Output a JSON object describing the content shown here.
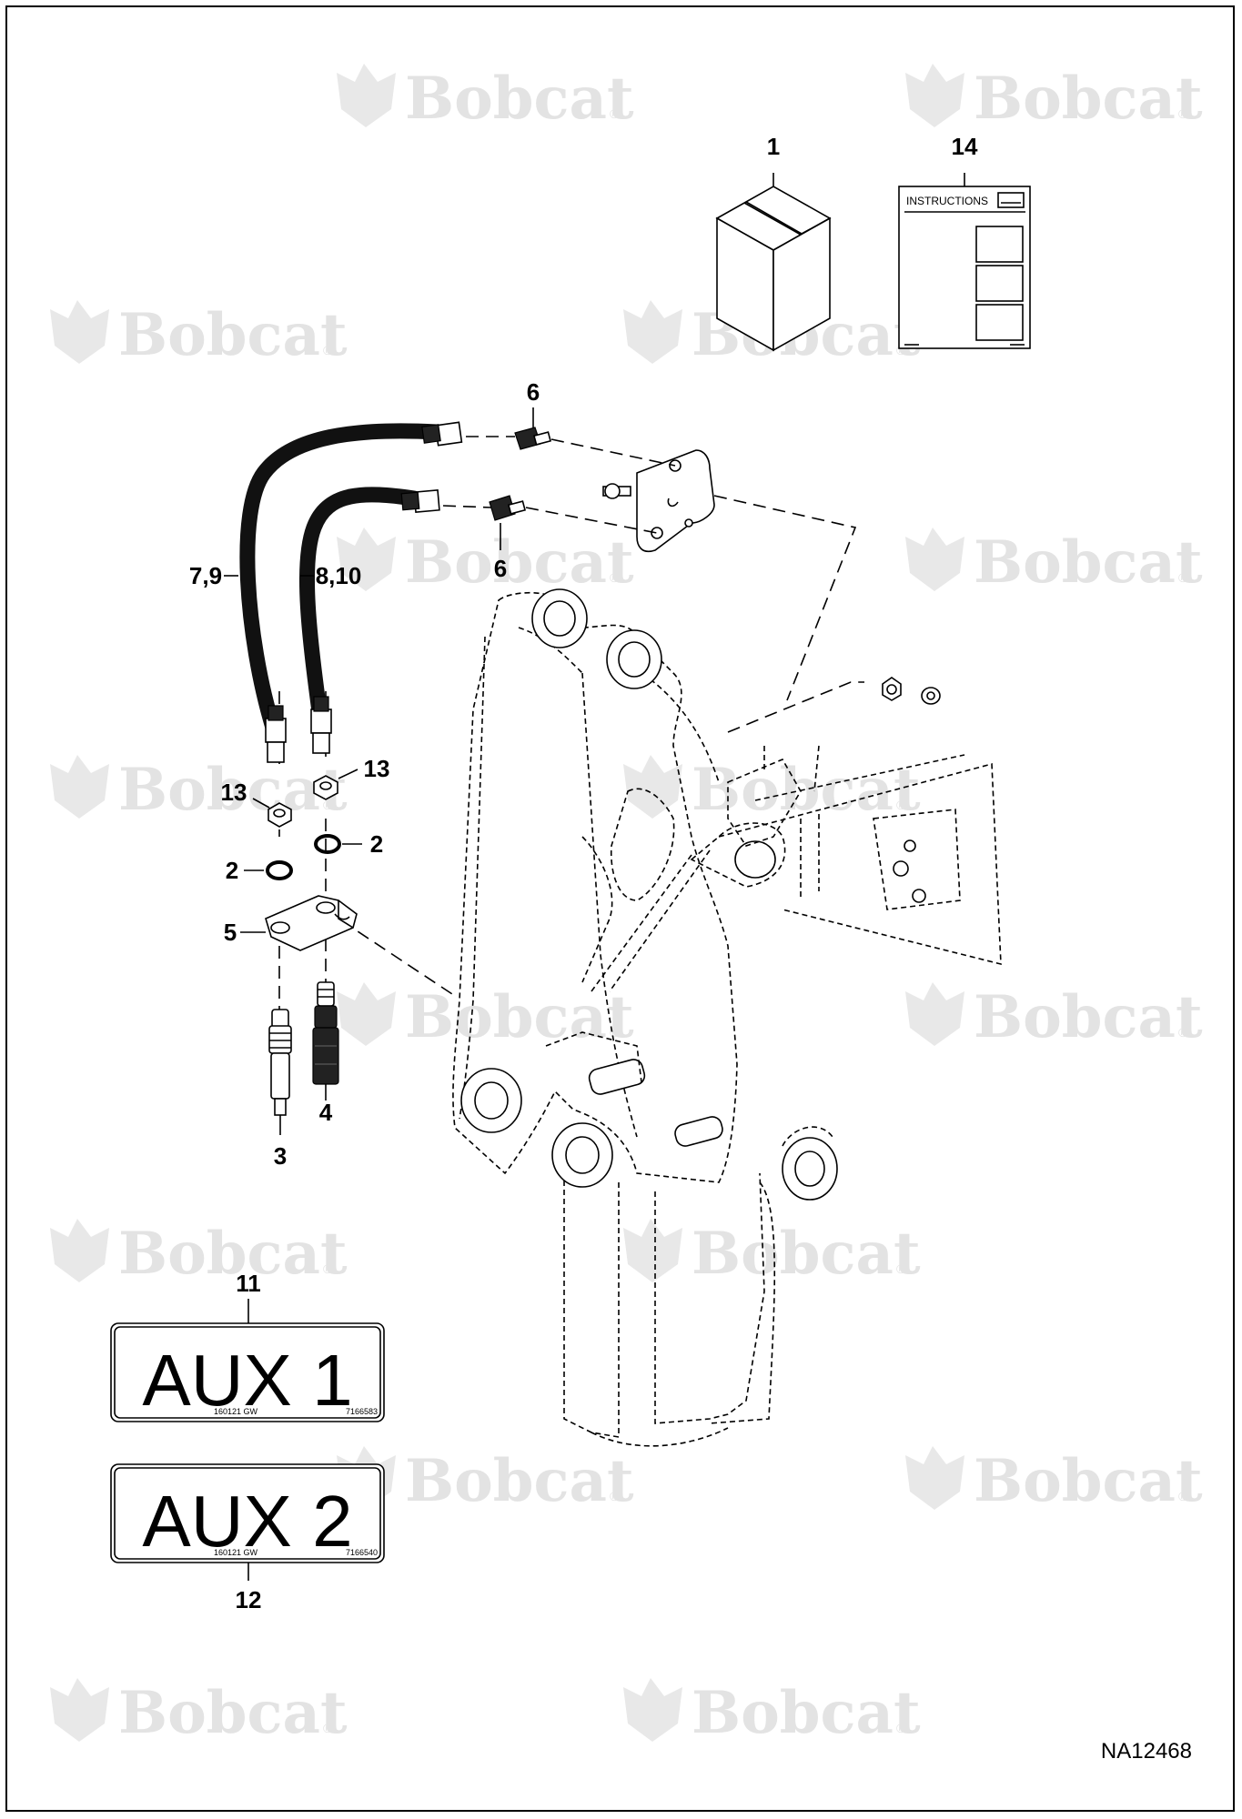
{
  "watermark": {
    "brand": "Bobcat",
    "reg_mark": "®"
  },
  "callouts": {
    "kit": "1",
    "instructions": "14",
    "fitting_top": "6",
    "fitting_bottom": "6",
    "hose_left": "7,9",
    "hose_right": "8,10",
    "nut_left": "13",
    "nut_right": "13",
    "oring_left": "2",
    "oring_right": "2",
    "bracket": "5",
    "coupler_male": "3",
    "coupler_female": "4",
    "decal_aux1": "11",
    "decal_aux2": "12"
  },
  "instructions_sheet": {
    "title": "INSTRUCTIONS"
  },
  "decals": {
    "aux1": {
      "text": "AUX 1",
      "small_left": "160121 GW",
      "small_right": "7166583"
    },
    "aux2": {
      "text": "AUX 2",
      "small_left": "160121 GW",
      "small_right": "7166540"
    }
  },
  "drawing_id": "NA12468"
}
